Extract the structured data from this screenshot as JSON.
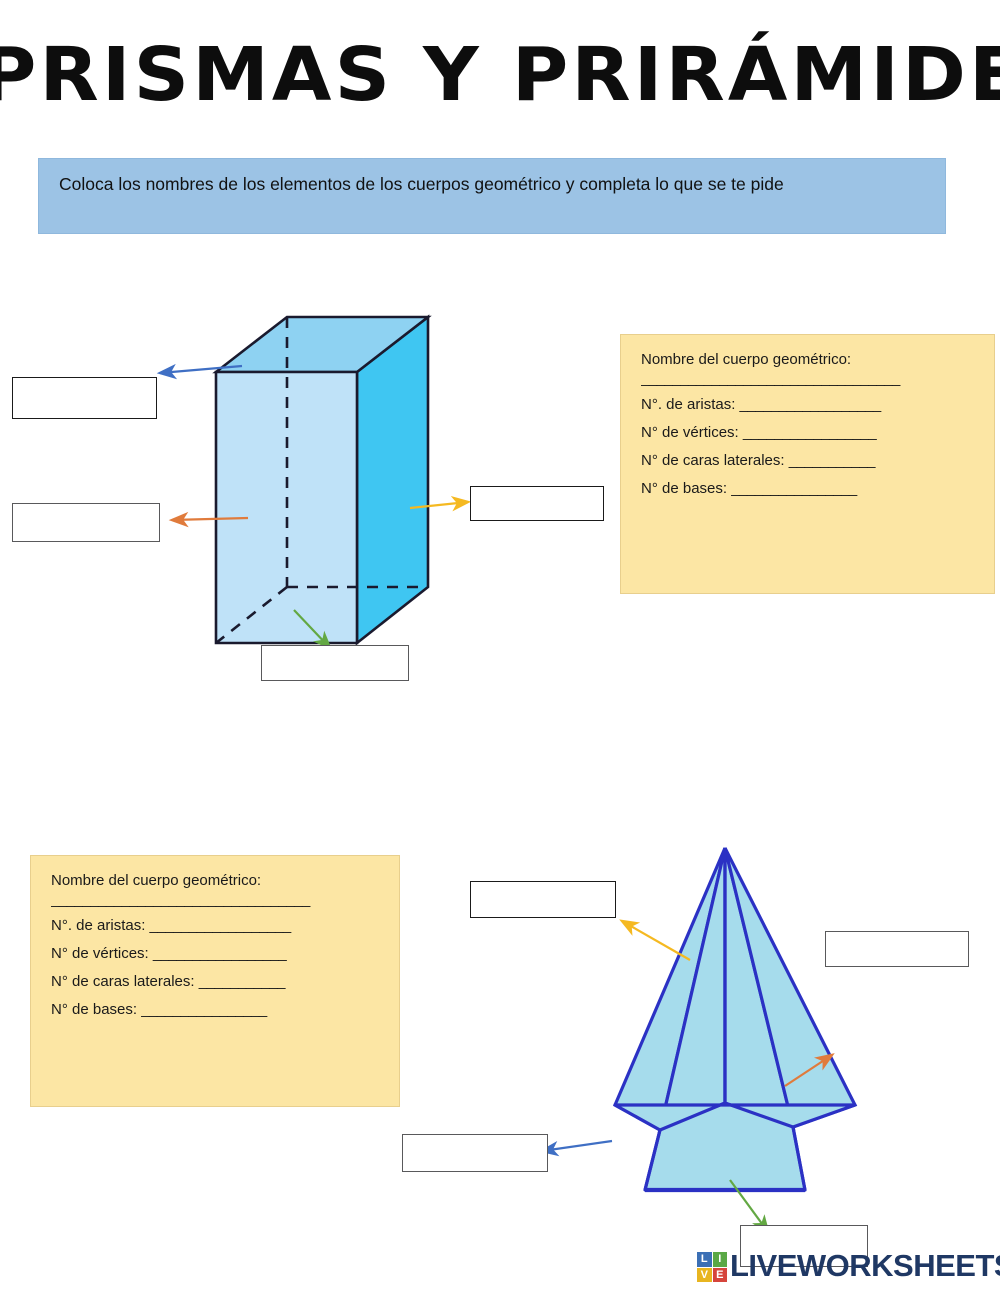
{
  "page": {
    "title": "PRISMAS Y PRIRÁMIDES",
    "instruction": "Coloca los nombres de los elementos de los cuerpos geométrico y completa lo que se te pide"
  },
  "colors": {
    "banner_bg": "#9cc3e5",
    "info_bg": "#fce6a4",
    "info_border": "#e8cf8d",
    "prism_front": "#bfe2f8",
    "prism_top": "#8ed2f2",
    "prism_right": "#3fc6f2",
    "prism_edge": "#1a1a2e",
    "pyramid_fill": "#a6dcec",
    "pyramid_edge": "#2b31c4",
    "arrow_blue": "#3f6fc4",
    "arrow_orange": "#e07b3c",
    "arrow_yellow": "#f5b921",
    "arrow_green": "#63a843",
    "logo_text": "#1f3864"
  },
  "info_box": {
    "heading": "Nombre del cuerpo geométrico:",
    "name_blank": "_________________________________",
    "fields": [
      {
        "label": "N°. de aristas:",
        "blank": "__________________"
      },
      {
        "label": "N° de vértices:",
        "blank": "_________________"
      },
      {
        "label": "N° de caras laterales:",
        "blank": "___________"
      },
      {
        "label": "N° de bases:",
        "blank": "________________"
      }
    ]
  },
  "figures": {
    "prism": {
      "name": "rectangular-prism",
      "answer_boxes": [
        {
          "id": "ab-prism-top",
          "value": "",
          "arrow_color": "#3f6fc4",
          "arrow_name": "blue-arrow"
        },
        {
          "id": "ab-prism-left",
          "value": "",
          "arrow_color": "#e07b3c",
          "arrow_name": "orange-arrow"
        },
        {
          "id": "ab-prism-right",
          "value": "",
          "arrow_color": "#f5b921",
          "arrow_name": "yellow-arrow"
        },
        {
          "id": "ab-prism-bottom",
          "value": "",
          "arrow_color": "#63a843",
          "arrow_name": "green-arrow"
        }
      ]
    },
    "pyramid": {
      "name": "pentagonal-pyramid",
      "answer_boxes": [
        {
          "id": "ab-pyr-topleft",
          "value": "",
          "arrow_color": "#f5b921",
          "arrow_name": "yellow-arrow"
        },
        {
          "id": "ab-pyr-right",
          "value": "",
          "arrow_color": "#e07b3c",
          "arrow_name": "orange-arrow"
        },
        {
          "id": "ab-pyr-left",
          "value": "",
          "arrow_color": "#3f6fc4",
          "arrow_name": "blue-arrow"
        },
        {
          "id": "ab-pyr-bottom",
          "value": "",
          "arrow_color": "#63a843",
          "arrow_name": "green-arrow"
        }
      ]
    }
  },
  "logo": {
    "tiles": [
      {
        "letter": "L",
        "color": "#3b6fb5"
      },
      {
        "letter": "I",
        "color": "#5aa845"
      },
      {
        "letter": "V",
        "color": "#e8b520"
      },
      {
        "letter": "E",
        "color": "#d6453c"
      }
    ],
    "text": "LIVEWORKSHEETS"
  }
}
